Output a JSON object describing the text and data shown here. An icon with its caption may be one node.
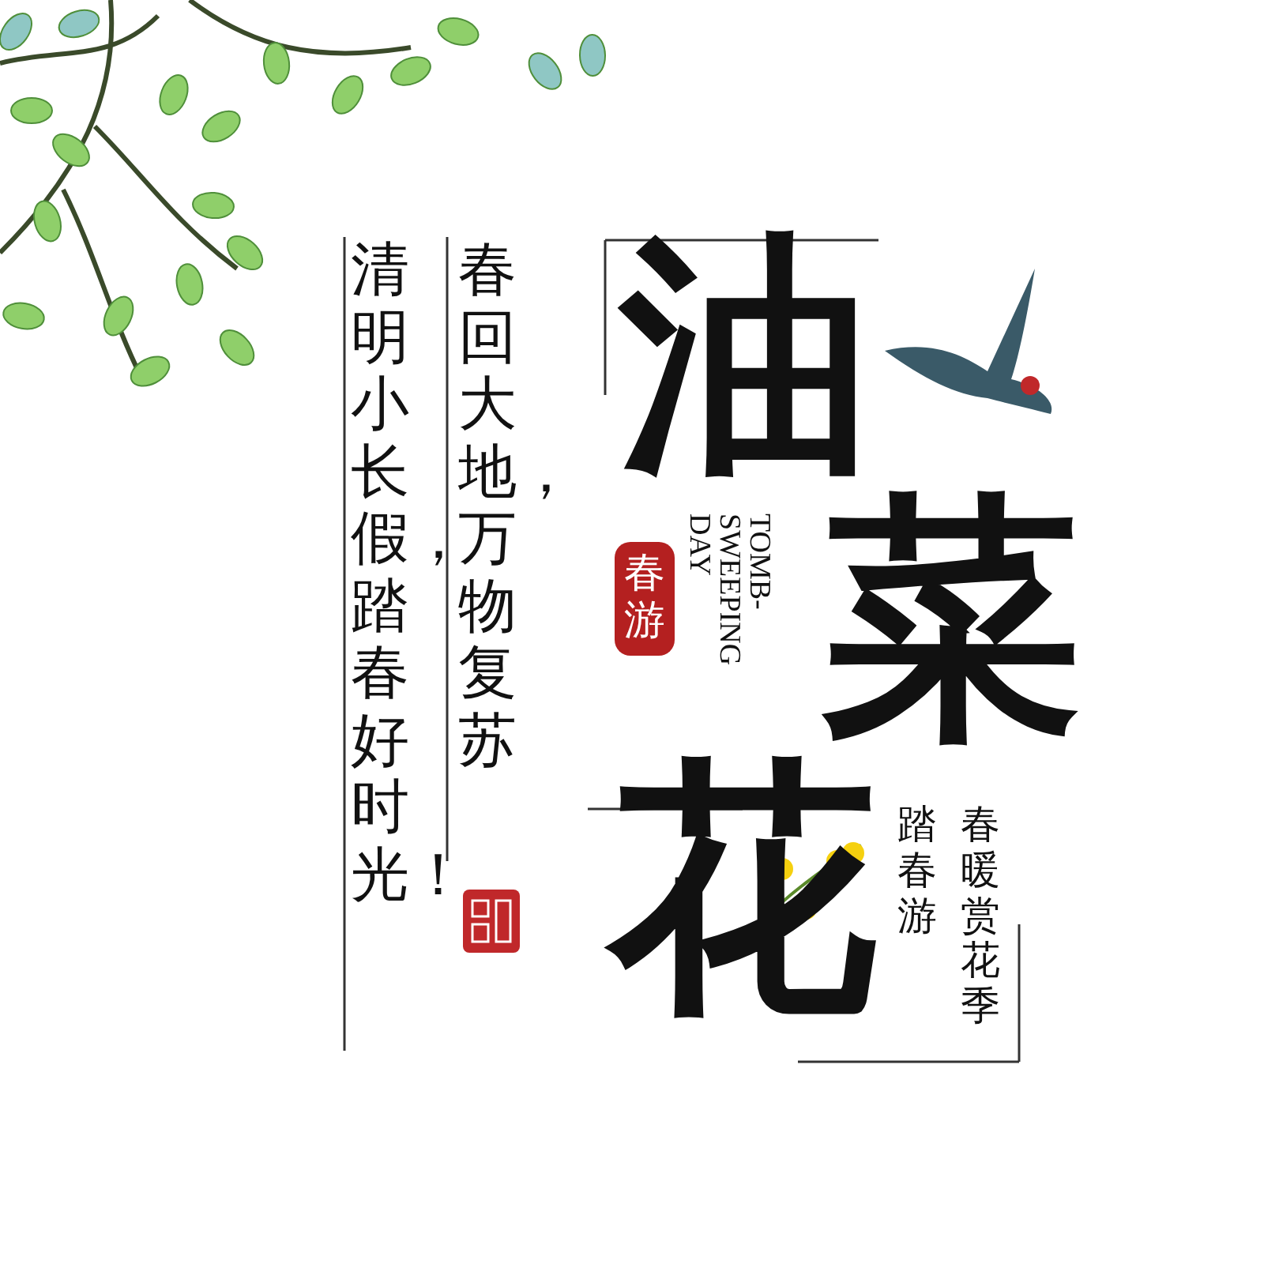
{
  "diagram": {
    "labels": [
      "春回大地，万物复苏",
      "清明小长假，踏春好时光！",
      "油",
      "春游",
      "TOMB-SWEEPING DAY",
      "菜",
      "花",
      "春暖赏花季",
      "踏春游"
    ]
  }
}
